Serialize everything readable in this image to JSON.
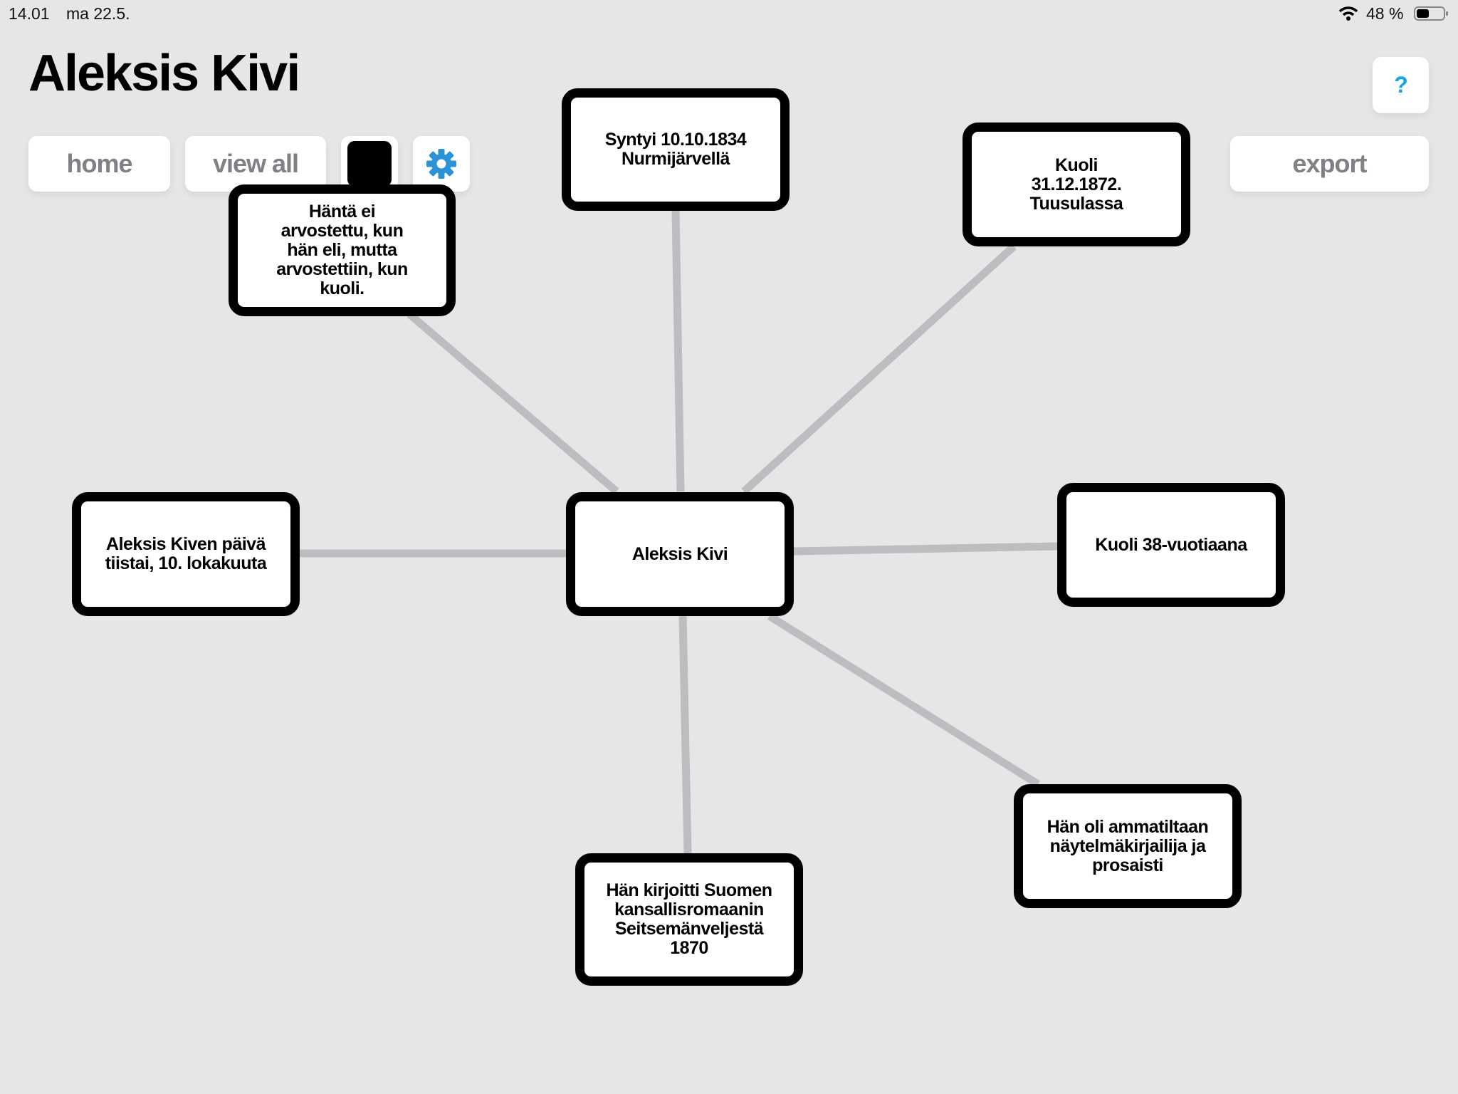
{
  "status_bar": {
    "time": "14.01",
    "date": "ma 22.5.",
    "battery": "48 %"
  },
  "header": {
    "title": "Aleksis Kivi"
  },
  "toolbar": {
    "home": "home",
    "view_all": "view all",
    "export": "export",
    "help": "?"
  },
  "colors": {
    "accent": "#2a92d6",
    "help": "#14a7e6",
    "node_border": "#000000",
    "link": "#bdbdc1"
  },
  "mindmap": {
    "center": "Aleksis Kivi",
    "nodes": [
      "Häntä ei arvostettu, kun hän eli, mutta arvostettiin, kun kuoli.",
      "Syntyi 10.10.1834 Nurmijärvellä",
      "Kuoli 31.12.1872. Tuusulassa",
      "Aleksis Kiven päivä tiistai, 10. lokakuuta",
      "Kuoli 38-vuotiaana",
      "Hän oli ammatiltaan näytelmäkirjailija ja prosaisti",
      "Hän kirjoitti Suomen kansallisromaanin Seitsemänveljestä 1870"
    ]
  }
}
